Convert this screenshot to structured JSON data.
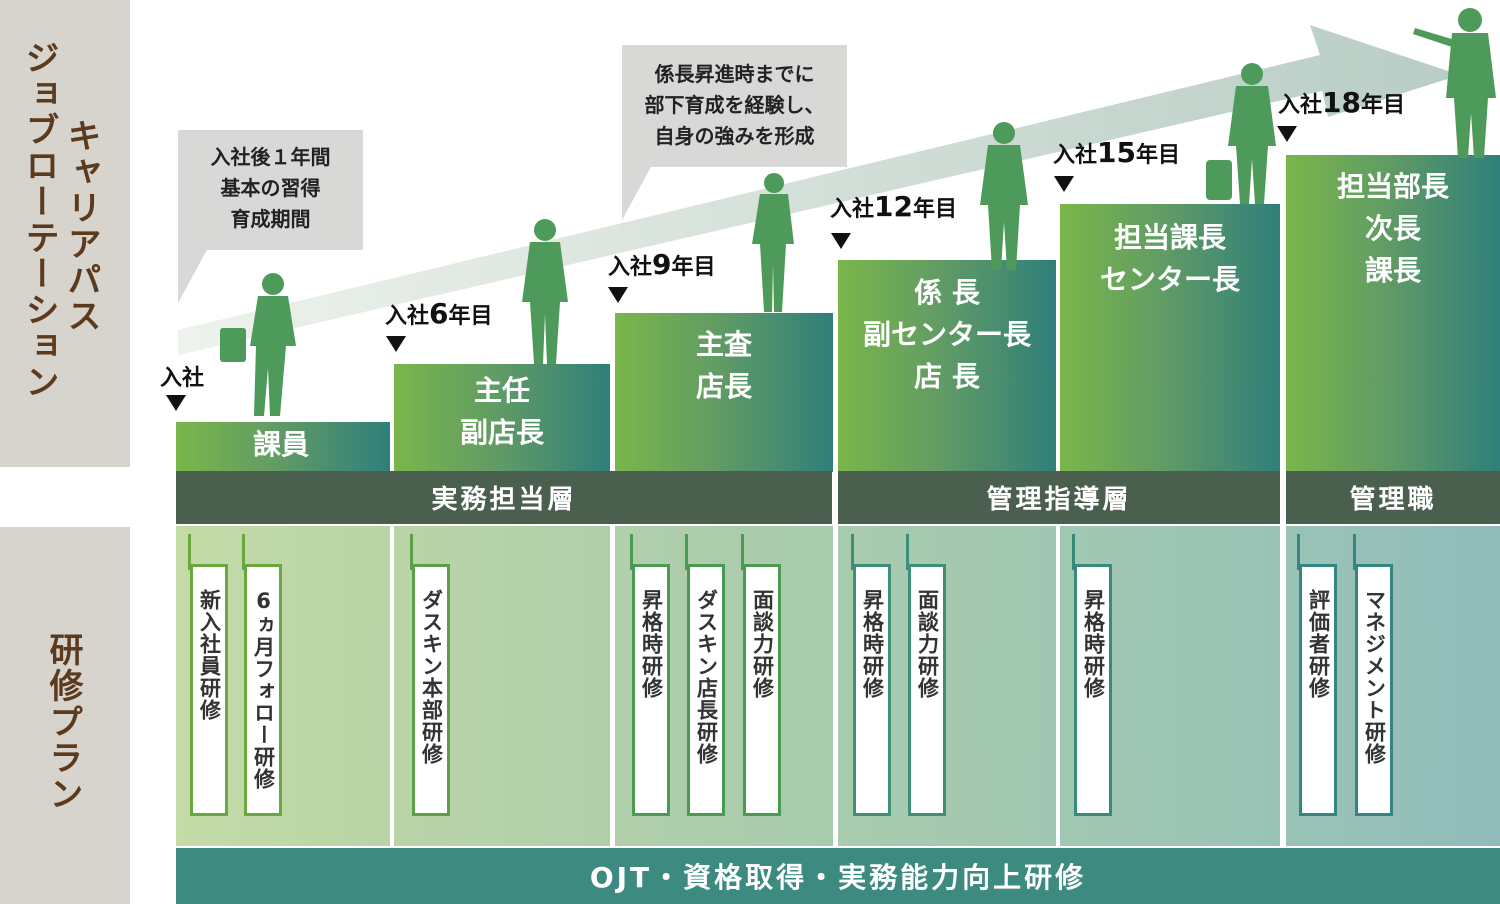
{
  "side": {
    "career_line1": "キャリアパス",
    "career_line2": "ジョブローテーション",
    "training": "研修プラン"
  },
  "steps": [
    {
      "year_prefix": "入社",
      "year_num": "",
      "year_suffix": "",
      "titles": [
        "課員"
      ]
    },
    {
      "year_prefix": "入社",
      "year_num": "6",
      "year_suffix": "年目",
      "titles": [
        "主任",
        "副店長"
      ]
    },
    {
      "year_prefix": "入社",
      "year_num": "9",
      "year_suffix": "年目",
      "titles": [
        "主査",
        "店長"
      ]
    },
    {
      "year_prefix": "入社",
      "year_num": "12",
      "year_suffix": "年目",
      "titles": [
        "係 長",
        "副センター長",
        "店 長"
      ]
    },
    {
      "year_prefix": "入社",
      "year_num": "15",
      "year_suffix": "年目",
      "titles": [
        "担当課長",
        "センター長"
      ]
    },
    {
      "year_prefix": "入社",
      "year_num": "18",
      "year_suffix": "年目",
      "titles": [
        "担当部長",
        "次長",
        "課長"
      ]
    }
  ],
  "bubbles": {
    "b1": [
      "入社後１年間",
      "基本の習得",
      "育成期間"
    ],
    "b2": [
      "係長昇進時までに",
      "部下育成を経験し、",
      "自身の強みを形成"
    ]
  },
  "layers": [
    "実務担当層",
    "管理指導層",
    "管理職"
  ],
  "training": {
    "c1": [
      "新入社員研修",
      "6ヵ月フォロー研修"
    ],
    "c2": [
      "ダスキン本部研修"
    ],
    "c3": [
      "昇格時研修",
      "ダスキン店長研修",
      "面談力研修"
    ],
    "c4": [
      "昇格時研修",
      "面談力研修"
    ],
    "c5": [
      "昇格時研修"
    ],
    "c6": [
      "評価者研修",
      "マネジメント研修"
    ]
  },
  "footer": "OJT・資格取得・実務能力向上研修",
  "colors": {
    "side_bg": "#d6d4cd",
    "side_text": "#5c3a1e",
    "layer_band": "#4b5f4f",
    "footer_bg": "#3d8a80"
  }
}
